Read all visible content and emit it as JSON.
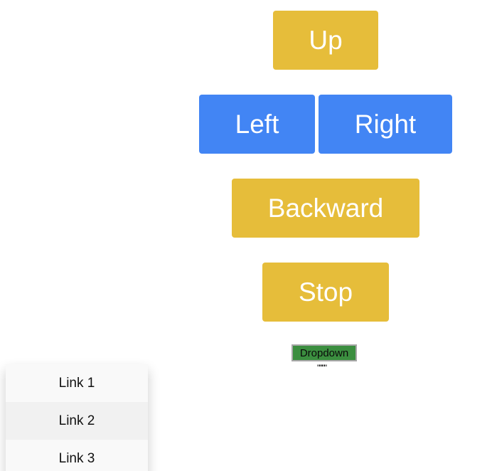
{
  "controls": {
    "up": "Up",
    "left": "Left",
    "right": "Right",
    "backward": "Backward",
    "stop": "Stop"
  },
  "dropdown": {
    "label": "Dropdown",
    "quote_text": "\"\"\"\"",
    "links": [
      "Link 1",
      "Link 2",
      "Link 3"
    ],
    "highlighted_index": 1
  },
  "colors": {
    "yellow": "#e6bd3a",
    "blue": "#4285f4",
    "green": "#3b8e3f"
  }
}
